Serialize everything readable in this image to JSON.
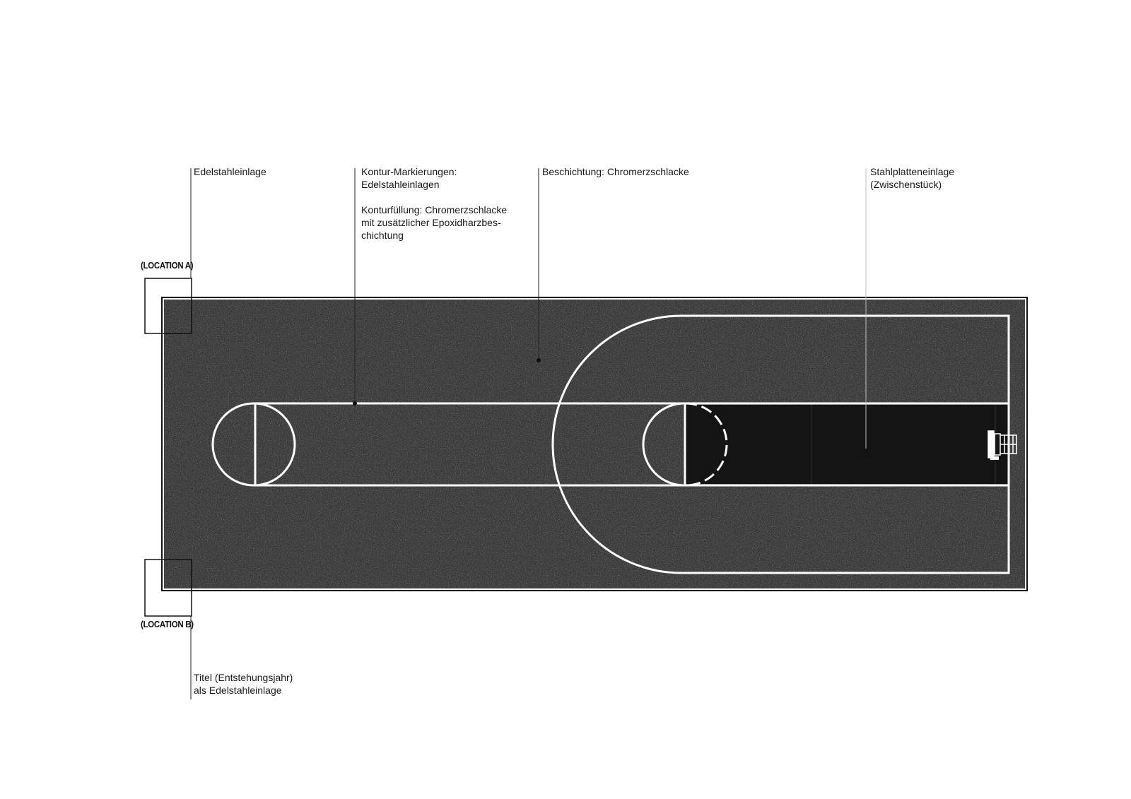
{
  "labels": {
    "edelstahleinlage": "Edelstahleinlage",
    "kontur_line1": "Kontur-Markierungen:",
    "kontur_line2": "Edelstahleinlagen",
    "fuellung_line1": "Konturfüllung: Chromerzschlacke",
    "fuellung_line2": "mit zusätzlicher Epoxidharzbes-",
    "fuellung_line3": "chichtung",
    "beschichtung": "Beschichtung: Chromerzschlacke",
    "stahlplatte_line1": "Stahlplatteneinlage",
    "stahlplatte_line2": "(Zwischenstück)",
    "titel_line1": "Titel (Entstehungsjahr)",
    "titel_line2": "als Edelstahleinlage"
  },
  "locations": {
    "a": "(LOCATION A)",
    "b": "(LOCATION B)"
  },
  "colors": {
    "asphalt": "#3a3a3a",
    "plate": "#141414",
    "marking": "#ffffff",
    "leader": "#222222"
  }
}
